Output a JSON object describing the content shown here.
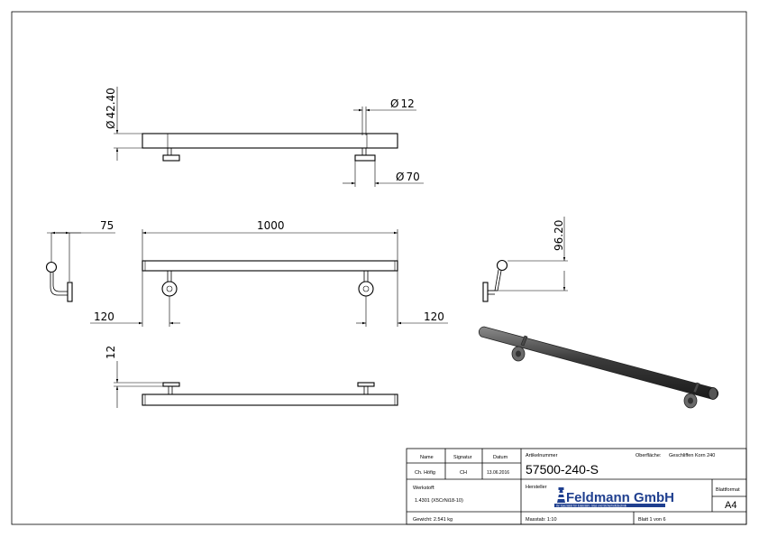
{
  "dimensions": {
    "d_42_40": "42.40",
    "d_12_tube": "12",
    "d_70": "70",
    "d_75": "75",
    "d_1000": "1000",
    "d_96_20": "96.20",
    "d_120_left": "120",
    "d_120_right": "120",
    "d_12_side": "12",
    "diameter_symbol": "Ø"
  },
  "title_block": {
    "name_header": "Name",
    "signature_header": "Signatur",
    "date_header": "Datum",
    "name_value": "Ch. Höfig",
    "signature_value": "CH",
    "date_value": "13.06.2016",
    "article_label": "Artikelnummer",
    "article_number": "57500-240-S",
    "surface_label": "Oberfläche:",
    "surface_value": "Geschliffen Korn 240",
    "material_label": "Werkstoff:",
    "material_value": "1.4301 (X5CrNi18-10)",
    "manufacturer_label": "Hersteller",
    "logo_text": "Feldmann GmbH",
    "logo_tagline": "Ihr Spezialist für Edelstahl, Glas und Sicherheitstechnik",
    "format_label": "Blattformat",
    "format_value": "A4",
    "weight_label": "Gewicht: 2.541 kg",
    "scale_label": "Masstab: 1:10",
    "sheet_label": "Blatt 1 von 6"
  },
  "colors": {
    "line": "#000000",
    "logo_blue": "#1f3f8f",
    "tube_shade": "#3a3a3a"
  }
}
